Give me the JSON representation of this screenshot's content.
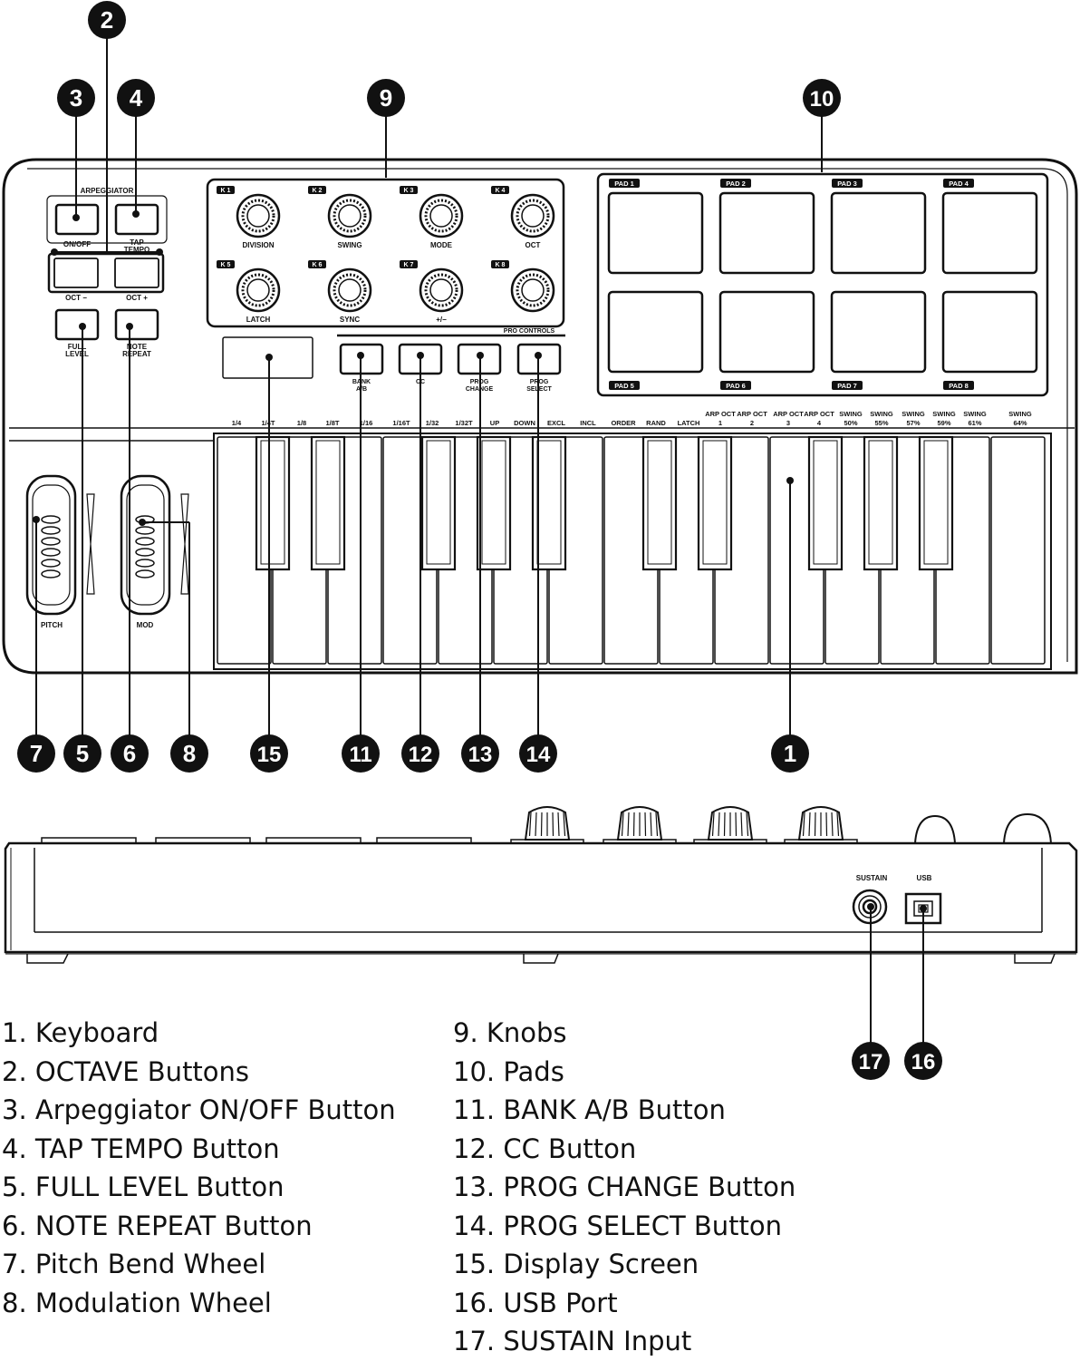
{
  "top_view": {
    "arpeggiator_section_label": "ARPEGGIATOR",
    "button_labels": {
      "on_off": "ON/OFF",
      "tap_tempo": "TAP TEMPO",
      "oct_minus": "OCT −",
      "oct_plus": "OCT +",
      "full_level": "FULL LEVEL",
      "note_repeat": "NOTE REPEAT"
    },
    "knobs": [
      {
        "tag": "K 1",
        "label": "DIVISION"
      },
      {
        "tag": "K 2",
        "label": "SWING"
      },
      {
        "tag": "K 3",
        "label": "MODE"
      },
      {
        "tag": "K 4",
        "label": "OCT"
      },
      {
        "tag": "K 5",
        "label": "LATCH"
      },
      {
        "tag": "K 6",
        "label": "SYNC"
      },
      {
        "tag": "K 7",
        "label": "+/−"
      },
      {
        "tag": "K 8",
        "label": ""
      }
    ],
    "pro_controls_label": "PRO CONTROLS",
    "pro_buttons": [
      "BANK A/B",
      "CC",
      "PROG CHANGE",
      "PROG SELECT"
    ],
    "pads": [
      "PAD 1",
      "PAD 2",
      "PAD 3",
      "PAD 4",
      "PAD 5",
      "PAD 6",
      "PAD 7",
      "PAD 8"
    ],
    "key_labels": [
      "1/4",
      "1/4T",
      "1/8",
      "1/8T",
      "1/16",
      "1/16T",
      "1/32",
      "1/32T",
      "UP",
      "DOWN",
      "EXCL",
      "INCL",
      "ORDER",
      "RAND",
      "LATCH",
      "ARP OCT 1",
      "ARP OCT 2",
      "ARP OCT 3",
      "ARP OCT 4",
      "SWING 50%",
      "SWING 55%",
      "SWING 57%",
      "SWING 59%",
      "SWING 61%",
      "SWING 64%"
    ],
    "wheel_labels": {
      "pitch": "PITCH",
      "mod": "MOD"
    }
  },
  "back_view": {
    "sustain_label": "SUSTAIN",
    "usb_label": "USB"
  },
  "callouts": [
    "1",
    "2",
    "3",
    "4",
    "5",
    "6",
    "7",
    "8",
    "9",
    "10",
    "11",
    "12",
    "13",
    "14",
    "15",
    "16",
    "17"
  ],
  "legend": {
    "left": [
      "1. Keyboard",
      "2. OCTAVE Buttons",
      "3. Arpeggiator ON/OFF Button",
      "4. TAP TEMPO Button",
      "5. FULL LEVEL Button",
      "6. NOTE REPEAT Button",
      "7. Pitch Bend Wheel",
      "8. Modulation Wheel"
    ],
    "right": [
      "9. Knobs",
      "10. Pads",
      "11. BANK A/B Button",
      "12. CC Button",
      "13. PROG CHANGE Button",
      "14. PROG SELECT Button",
      "15. Display Screen",
      "16. USB Port",
      "17. SUSTAIN Input"
    ]
  }
}
